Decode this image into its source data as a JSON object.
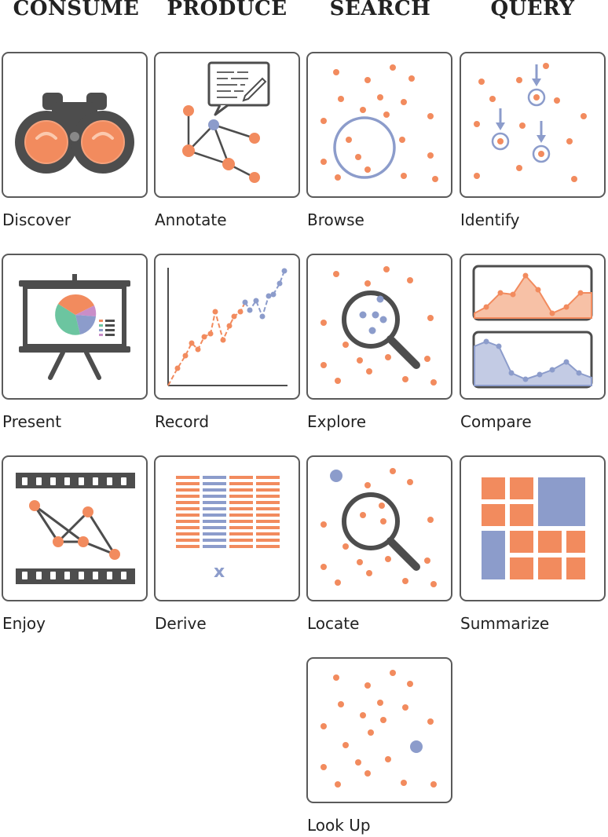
{
  "headers": [
    "CONSUME",
    "PRODUCE",
    "SEARCH",
    "QUERY"
  ],
  "tiles": [
    {
      "label": "Discover",
      "icon": "binoculars-icon"
    },
    {
      "label": "Annotate",
      "icon": "annotate-graph-icon"
    },
    {
      "label": "Browse",
      "icon": "browse-scatter-icon"
    },
    {
      "label": "Identify",
      "icon": "identify-targets-icon"
    },
    {
      "label": "Present",
      "icon": "presentation-easel-icon"
    },
    {
      "label": "Record",
      "icon": "record-line-icon"
    },
    {
      "label": "Explore",
      "icon": "explore-magnifier-icon"
    },
    {
      "label": "Compare",
      "icon": "compare-area-charts-icon"
    },
    {
      "label": "Enjoy",
      "icon": "film-strip-icon"
    },
    {
      "label": "Derive",
      "icon": "derive-table-icon"
    },
    {
      "label": "Locate",
      "icon": "locate-magnifier-icon"
    },
    {
      "label": "Summarize",
      "icon": "summarize-treemap-icon"
    },
    {
      "label": "Look Up",
      "icon": "lookup-scatter-icon"
    }
  ],
  "colors": {
    "orange": "#F28B5E",
    "blue": "#8C9CCB",
    "dark": "#4D4D4D",
    "border": "#5A5A5A"
  }
}
